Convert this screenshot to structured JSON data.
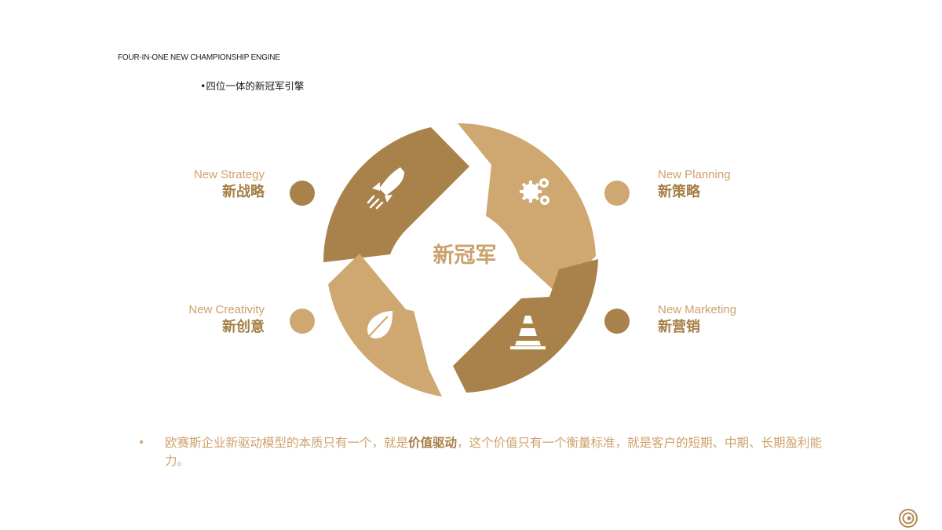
{
  "header": {
    "title_en": "FOUR-IN-ONE NEW CHAMPIONSHIP  ENGINE",
    "title_cn": "•四位一体的新冠军引擎"
  },
  "diagram": {
    "center_label": "新冠军",
    "segments": [
      {
        "key": "strategy",
        "en": "New Strategy",
        "cn": "新战略",
        "icon": "rocket-icon",
        "color": "#a8824a"
      },
      {
        "key": "planning",
        "en": "New Planning",
        "cn": "新策略",
        "icon": "gears-icon",
        "color": "#cfa771"
      },
      {
        "key": "marketing",
        "en": "New Marketing",
        "cn": "新营销",
        "icon": "traffic-cone-icon",
        "color": "#a8824a"
      },
      {
        "key": "creativity",
        "en": "New Creativity",
        "cn": "新创意",
        "icon": "leaf-icon",
        "color": "#cfa771"
      }
    ]
  },
  "description": {
    "bullet": "•",
    "before": "欧赛斯企业新驱动模型的本质只有一个，就是",
    "highlight": "价值驱动",
    "after": "，这个价值只有一个衡量标准，就是客户的短期、中期、长期盈利能力。"
  },
  "colors": {
    "dark": "#a8824a",
    "light": "#cfa771",
    "label_dark": "#a57f45",
    "label_light": "#cda16b"
  },
  "logo": "spiral-logo-icon"
}
